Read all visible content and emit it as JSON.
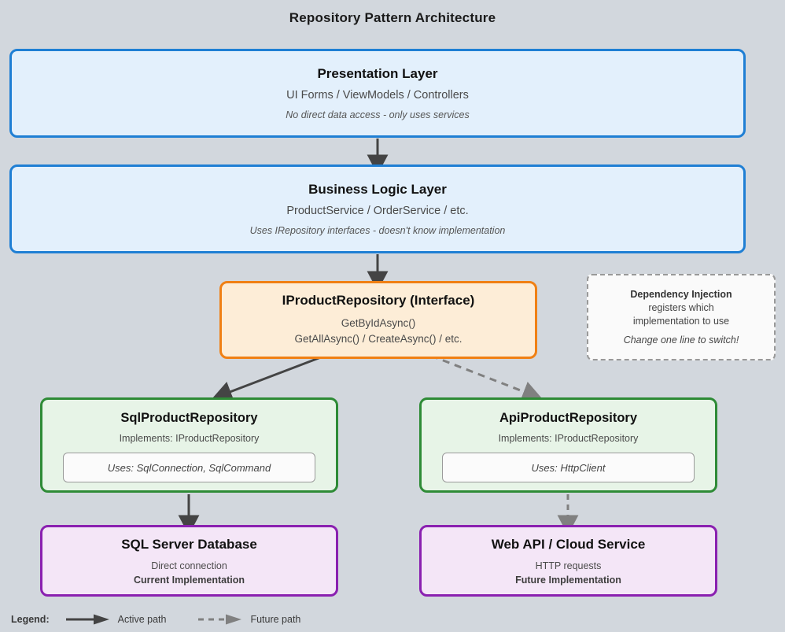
{
  "diagram": {
    "title": "Repository Pattern Architecture",
    "background_color": "#d2d7dd"
  },
  "layers": {
    "presentation": {
      "title": "Presentation Layer",
      "subtitle": "UI Forms / ViewModels / Controllers",
      "note": "No direct data access - only uses services",
      "border_color": "#1f7fd4",
      "fill_color": "#e3f0fc"
    },
    "business": {
      "title": "Business Logic Layer",
      "subtitle": "ProductService / OrderService / etc.",
      "note": "Uses IRepository interfaces - doesn't know implementation",
      "border_color": "#1f7fd4",
      "fill_color": "#e3f0fc"
    }
  },
  "interface": {
    "title": "IProductRepository (Interface)",
    "method_line_1": "GetByIdAsync()",
    "method_line_2": "GetAllAsync() / CreateAsync() / etc.",
    "border_color": "#f08014",
    "fill_color": "#fdedd7"
  },
  "di_note": {
    "title": "Dependency Injection",
    "line_1": "registers which",
    "line_2": "implementation to use",
    "italic_line": "Change one line to switch!",
    "border_color": "#999999",
    "fill_color": "#fafafa"
  },
  "repositories": [
    {
      "title": "SqlProductRepository",
      "implements": "Implements: IProductRepository",
      "uses": "Uses: SqlConnection, SqlCommand",
      "border_color": "#2e8b36",
      "fill_color": "#e7f4e7"
    },
    {
      "title": "ApiProductRepository",
      "implements": "Implements: IProductRepository",
      "uses": "Uses: HttpClient",
      "border_color": "#2e8b36",
      "fill_color": "#e7f4e7"
    }
  ],
  "data_sources": [
    {
      "title": "SQL Server Database",
      "subtitle": "Direct connection",
      "status": "Current Implementation",
      "border_color": "#8a20b0",
      "fill_color": "#f4e6f7"
    },
    {
      "title": "Web API / Cloud Service",
      "subtitle": "HTTP requests",
      "status": "Future Implementation",
      "border_color": "#8a20b0",
      "fill_color": "#f4e6f7"
    }
  ],
  "legend": {
    "label": "Legend:",
    "active_path": "Active path",
    "future_path": "Future path",
    "active_color": "#444444",
    "future_color": "#808080"
  }
}
